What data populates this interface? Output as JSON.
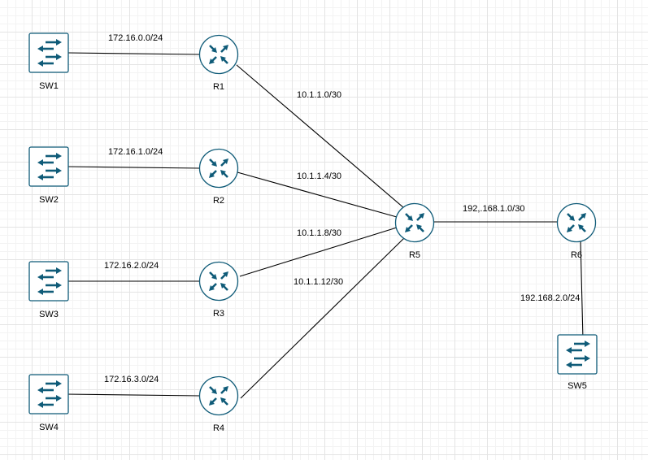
{
  "colors": {
    "device_stroke": "#0f5b78",
    "device_fill": "#ffffff",
    "link": "#000000"
  },
  "icons": {
    "router": "router-icon",
    "switch": "switch-icon"
  },
  "nodes": {
    "sw1": {
      "label": "SW1",
      "type": "switch"
    },
    "sw2": {
      "label": "SW2",
      "type": "switch"
    },
    "sw3": {
      "label": "SW3",
      "type": "switch"
    },
    "sw4": {
      "label": "SW4",
      "type": "switch"
    },
    "sw5": {
      "label": "SW5",
      "type": "switch"
    },
    "r1": {
      "label": "R1",
      "type": "router"
    },
    "r2": {
      "label": "R2",
      "type": "router"
    },
    "r3": {
      "label": "R3",
      "type": "router"
    },
    "r4": {
      "label": "R4",
      "type": "router"
    },
    "r5": {
      "label": "R5",
      "type": "router"
    },
    "r6": {
      "label": "R6",
      "type": "router"
    }
  },
  "links": {
    "sw1_r1": "172.16.0.0/24",
    "sw2_r2": "172.16.1.0/24",
    "sw3_r3": "172.16.2.0/24",
    "sw4_r4": "172.16.3.0/24",
    "r1_r5": "10.1.1.0/30",
    "r2_r5": "10.1.1.4/30",
    "r3_r5": "10.1.1.8/30",
    "r4_r5": "10.1.1.12/30",
    "r5_r6": "192,.168.1.0/30",
    "r6_sw5": "192.168.2.0/24"
  }
}
